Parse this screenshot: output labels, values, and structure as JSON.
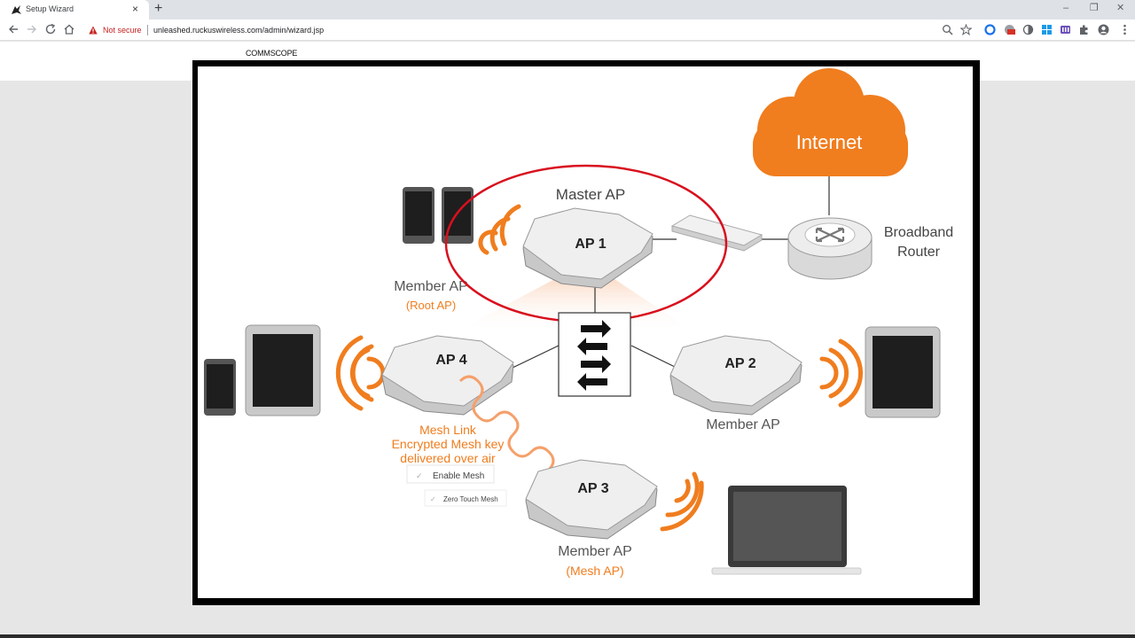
{
  "browser": {
    "tab_title": "Setup Wizard",
    "tab_close": "×",
    "new_tab": "+",
    "security_label": "Not secure",
    "url": "unleashed.ruckuswireless.com/admin/wizard.jsp",
    "window_controls": {
      "minimize": "–",
      "restore": "❐",
      "close": "✕"
    }
  },
  "page": {
    "brand": "COMMSCOPE"
  },
  "diagram": {
    "internet": "Internet",
    "router_line1": "Broadband",
    "router_line2": "Router",
    "master_label": "Master AP",
    "ap1": "AP 1",
    "ap2": "AP 2",
    "ap3": "AP 3",
    "ap4": "AP 4",
    "member_ap_root": "Member AP",
    "root_ap": "(Root AP)",
    "member_ap_2": "Member AP",
    "member_ap_3": "Member AP",
    "mesh_ap": "(Mesh AP)",
    "mesh_link_1": "Mesh Link",
    "mesh_link_2": "Encrypted Mesh key",
    "mesh_link_3": "delivered over air",
    "enable_mesh": "Enable Mesh",
    "zero_touch_mesh": "Zero Touch Mesh"
  },
  "colors": {
    "orange": "#f07d1e",
    "highlight_red": "#d8101e"
  }
}
